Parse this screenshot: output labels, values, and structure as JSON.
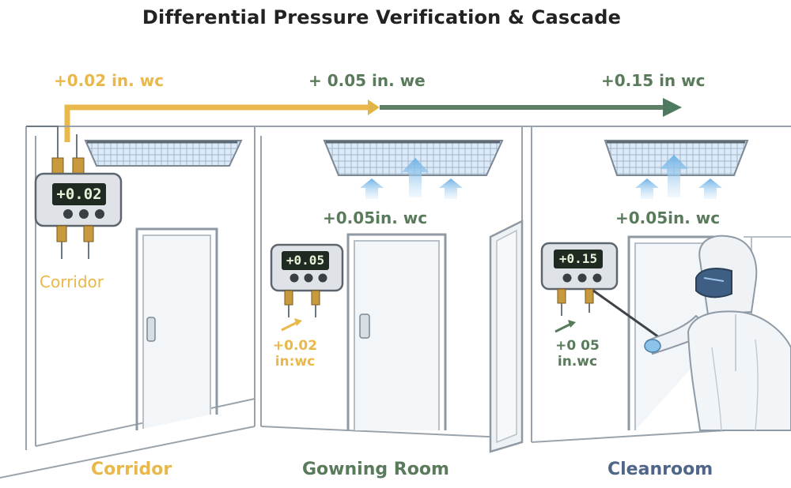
{
  "title": "Differential Pressure Verification & Cascade",
  "cascade": {
    "corridor_label": "+0.02 in. wc",
    "gowning_label": "+ 0.05 in. we",
    "cleanroom_label": "+0.15 in  wc"
  },
  "rooms": {
    "corridor": {
      "name": "Corridor",
      "side_label": "Corridor",
      "gauge_reading": "+0.02"
    },
    "gowning": {
      "name": "Gowning Room",
      "supply_label": "+0.05in. wc",
      "gauge_reading": "+0.05",
      "port_label_line1": "+0.02",
      "port_label_line2": "in:wc"
    },
    "cleanroom": {
      "name": "Cleanroom",
      "supply_label": "+0.05in. wc",
      "gauge_reading": "+0.15",
      "port_label_line1": "+0 05",
      "port_label_line2": "in.wc"
    }
  },
  "colors": {
    "corridor": "#e9b84a",
    "gowning": "#5a7a5c",
    "cleanroom": "#4f6688",
    "airflow": "#8cc3ea"
  }
}
